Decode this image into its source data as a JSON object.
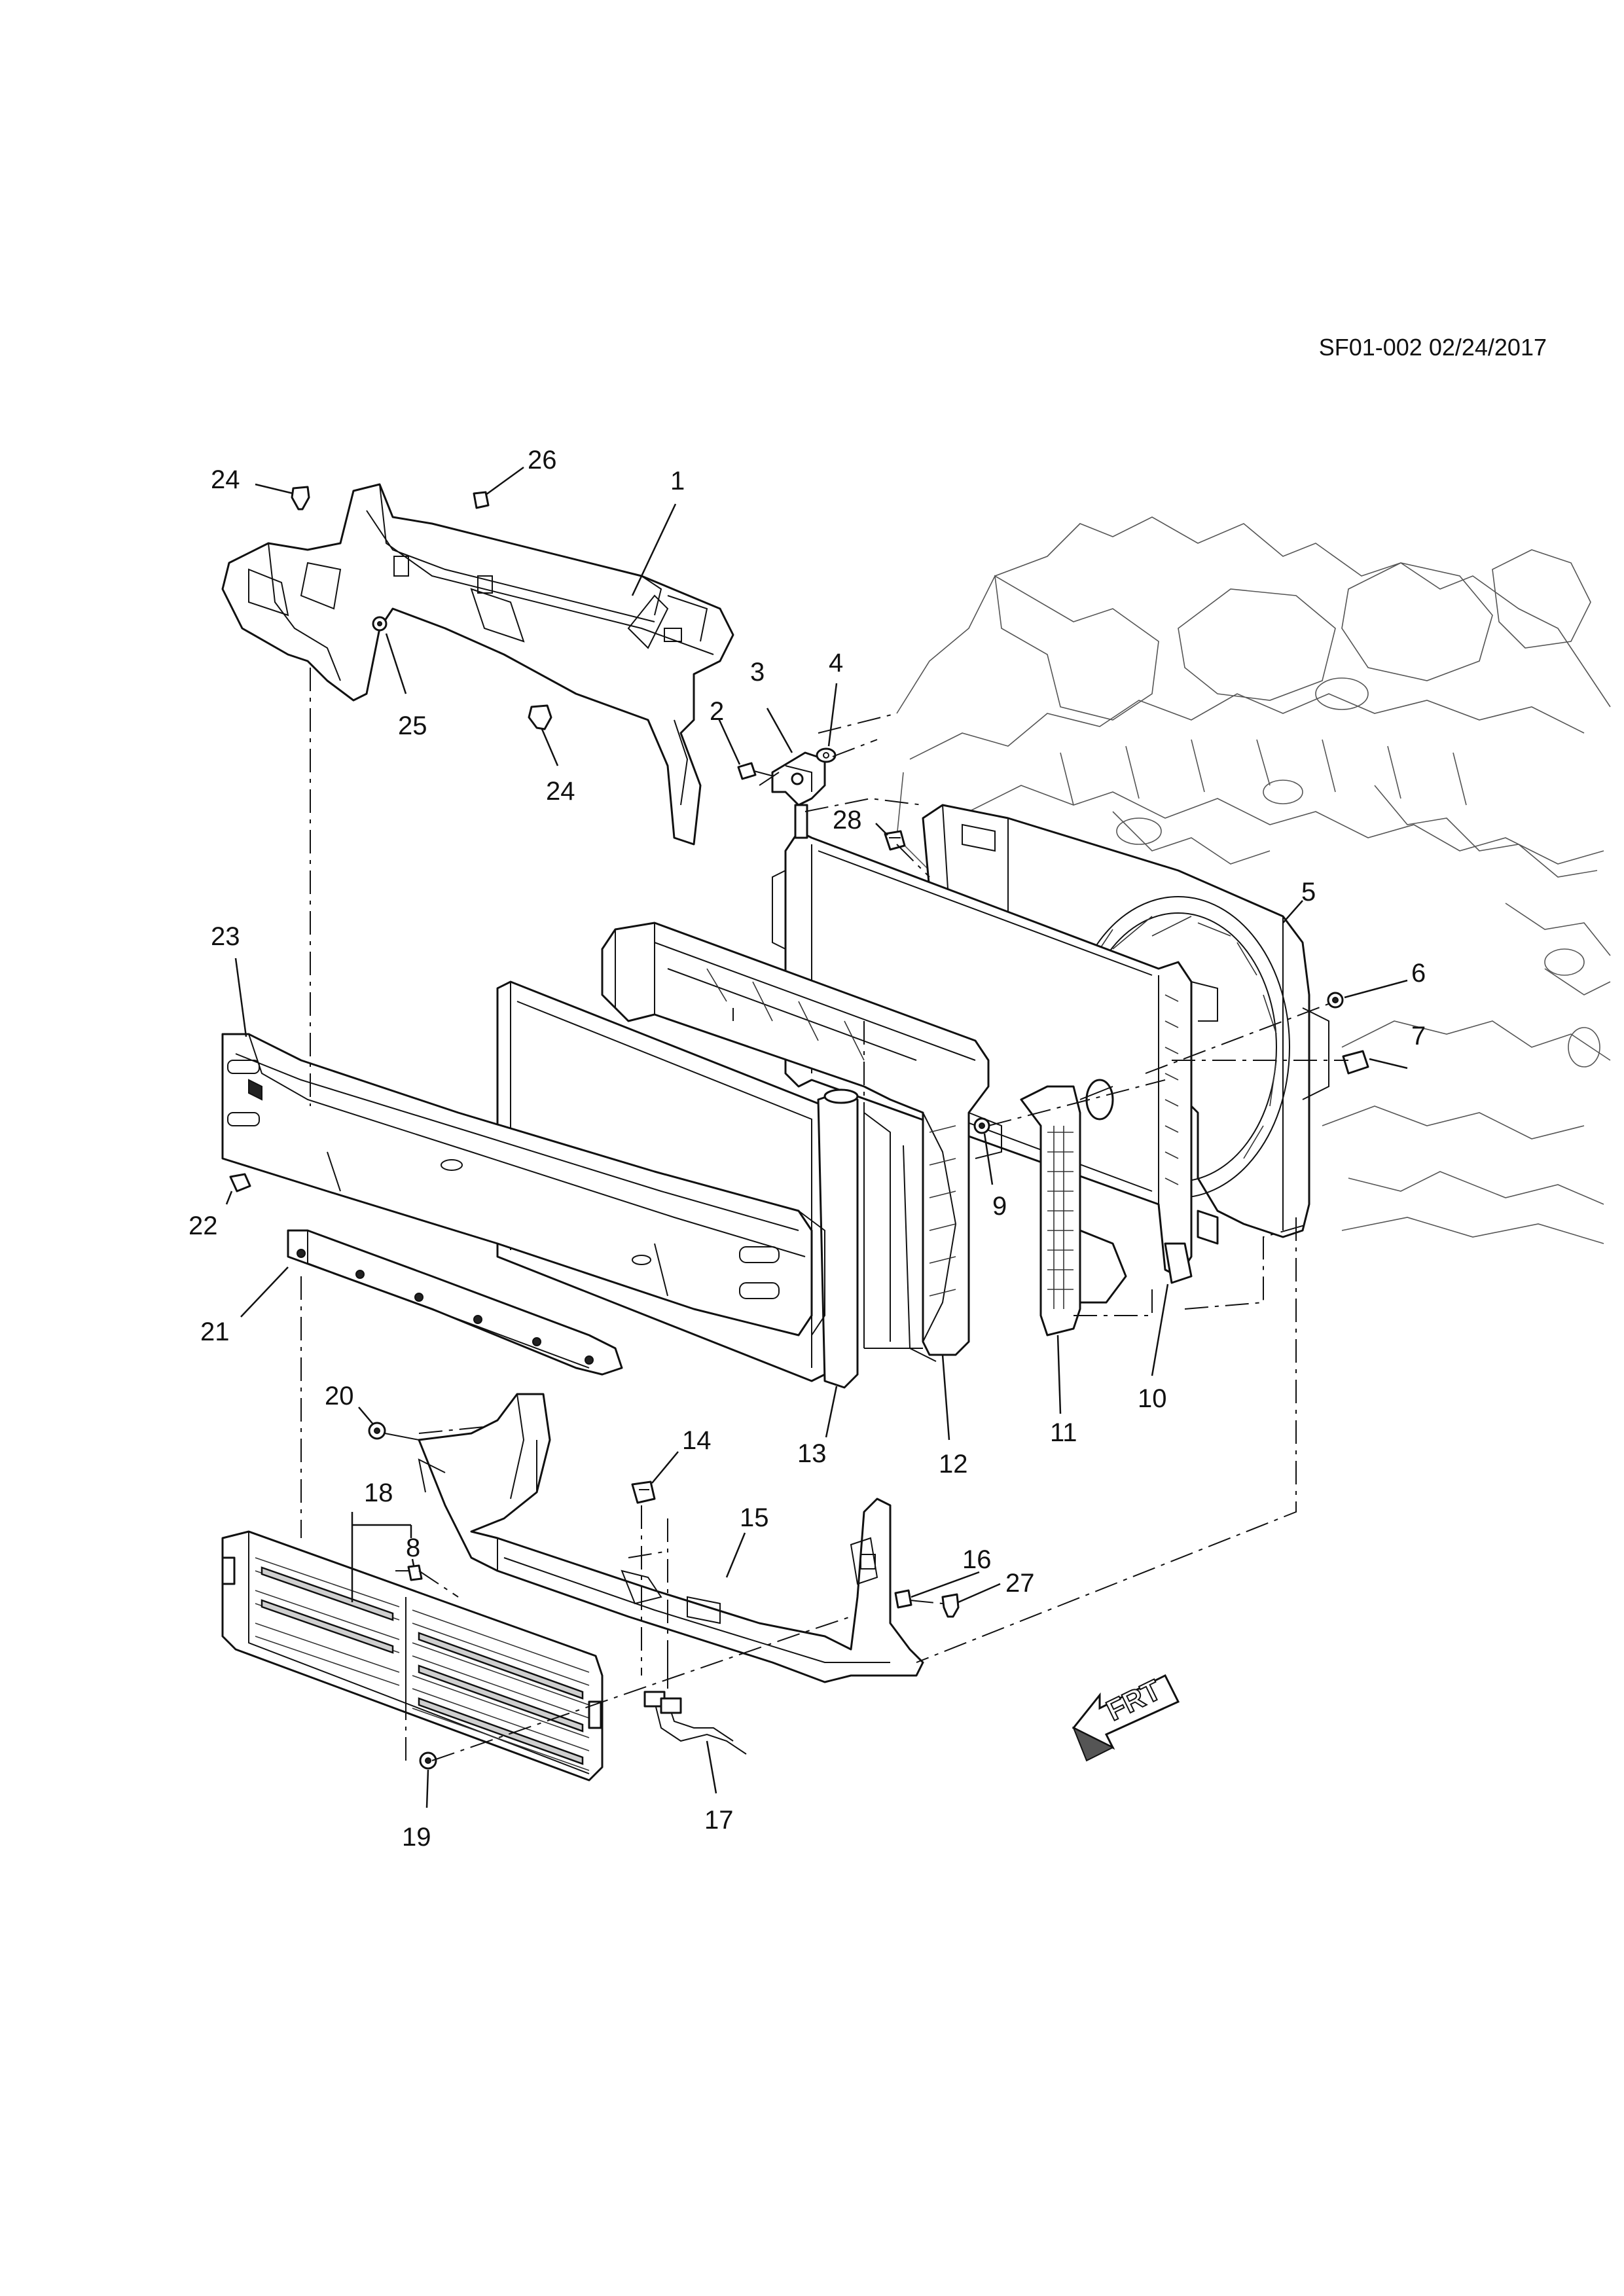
{
  "doc_id": "SF01-002 02/24/2017",
  "callouts": [
    "24",
    "26",
    "1",
    "25",
    "24",
    "3",
    "4",
    "2",
    "28",
    "5",
    "6",
    "7",
    "23",
    "9",
    "22",
    "21",
    "13",
    "12",
    "11",
    "10",
    "20",
    "14",
    "18",
    "8",
    "15",
    "16",
    "27",
    "19",
    "17"
  ],
  "direction_arrow": {
    "label": "FRT"
  }
}
